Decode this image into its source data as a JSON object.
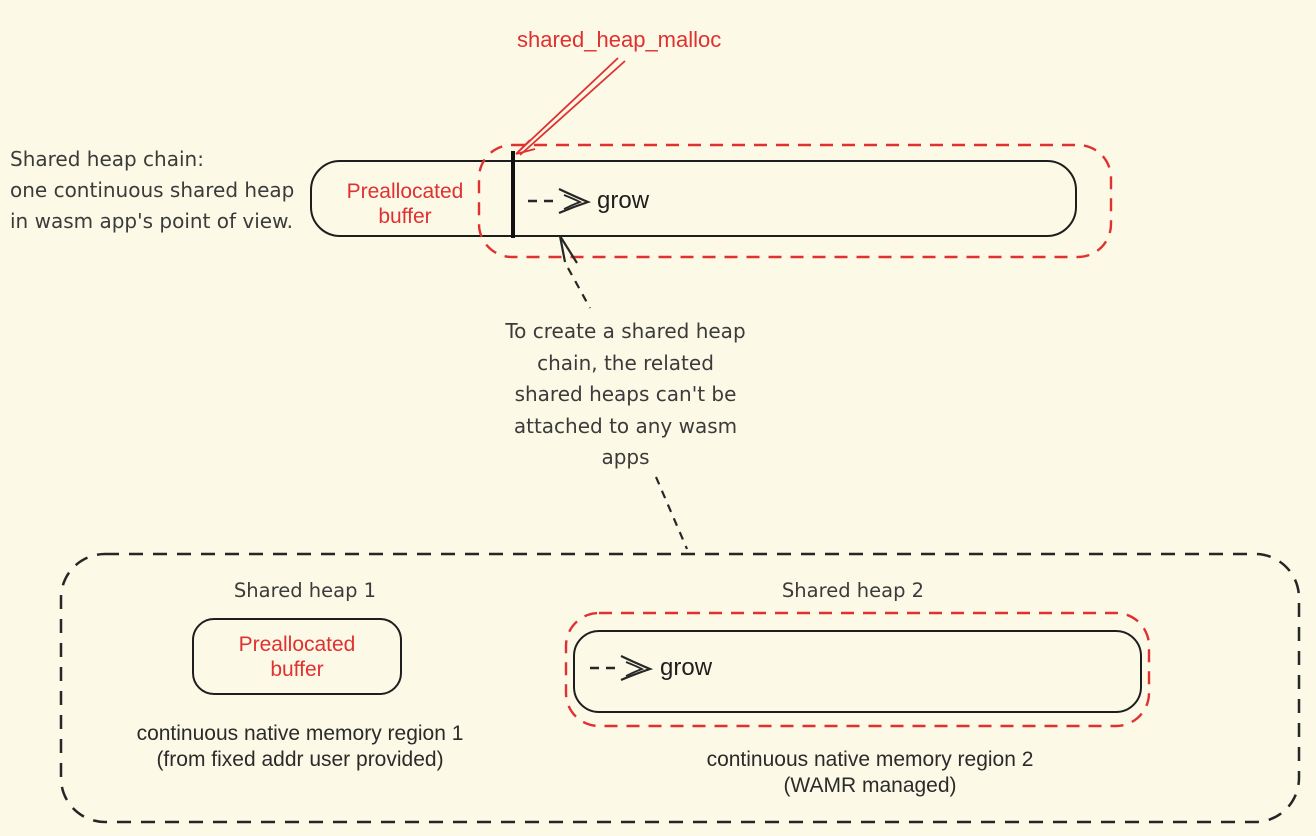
{
  "colors": {
    "background": "#fcf9e6",
    "accent_red": "#e03131",
    "stroke_black": "#1e1e1e",
    "text_gray": "#3b3b3b"
  },
  "top_section": {
    "malloc_label": "shared_heap_malloc",
    "chain_note": "Shared heap chain:\none continuous shared heap\nin wasm app's point of view.",
    "preallocated_buffer_label": "Preallocated\nbuffer",
    "grow_label": "grow"
  },
  "middle_note": "To create a shared heap\nchain, the related\nshared heaps can't be\nattached to any wasm\napps",
  "bottom_section": {
    "heap1": {
      "title": "Shared heap 1",
      "buffer_label": "Preallocated\nbuffer",
      "caption": "continuous native memory region 1\n(from fixed addr user provided)"
    },
    "heap2": {
      "title": "Shared heap 2",
      "grow_label": "grow",
      "caption": "continuous native memory region 2\n(WAMR managed)"
    }
  }
}
